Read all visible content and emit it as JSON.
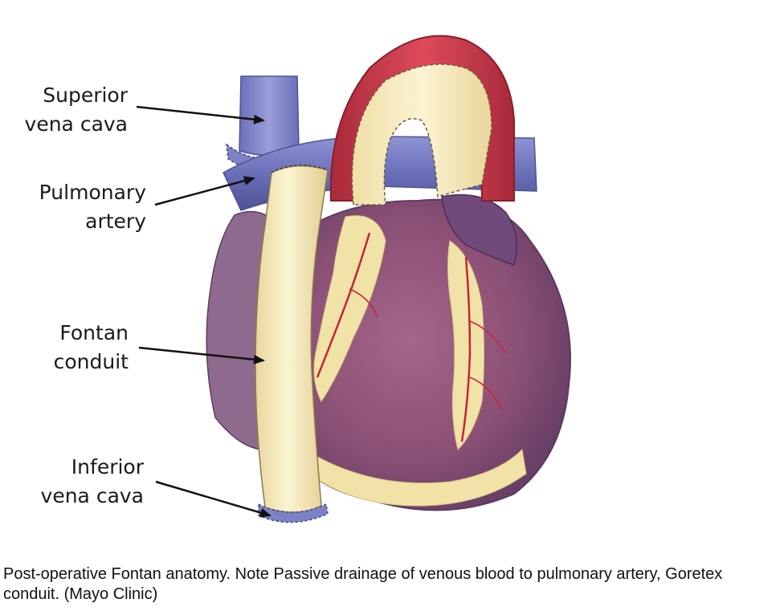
{
  "labels": {
    "superior_vena_cava": [
      "Superior",
      "vena cava"
    ],
    "pulmonary_artery": [
      "Pulmonary",
      "artery"
    ],
    "fontan_conduit": [
      "Fontan",
      "conduit"
    ],
    "inferior_vena_cava": [
      "Inferior",
      "vena cava"
    ]
  },
  "caption": "Post-operative Fontan anatomy. Note Passive drainage of venous blood to pulmonary artery, Goretex conduit. (Mayo Clinic)",
  "colors": {
    "myocardium": "#8a4f74",
    "myocardium_dark": "#5e3a63",
    "aorta": "#c93a4a",
    "vein": "#6a6fb8",
    "conduit": "#f7ebbd",
    "fat": "#f1e3a8",
    "coronary": "#c4243a",
    "arrow": "#111111"
  }
}
